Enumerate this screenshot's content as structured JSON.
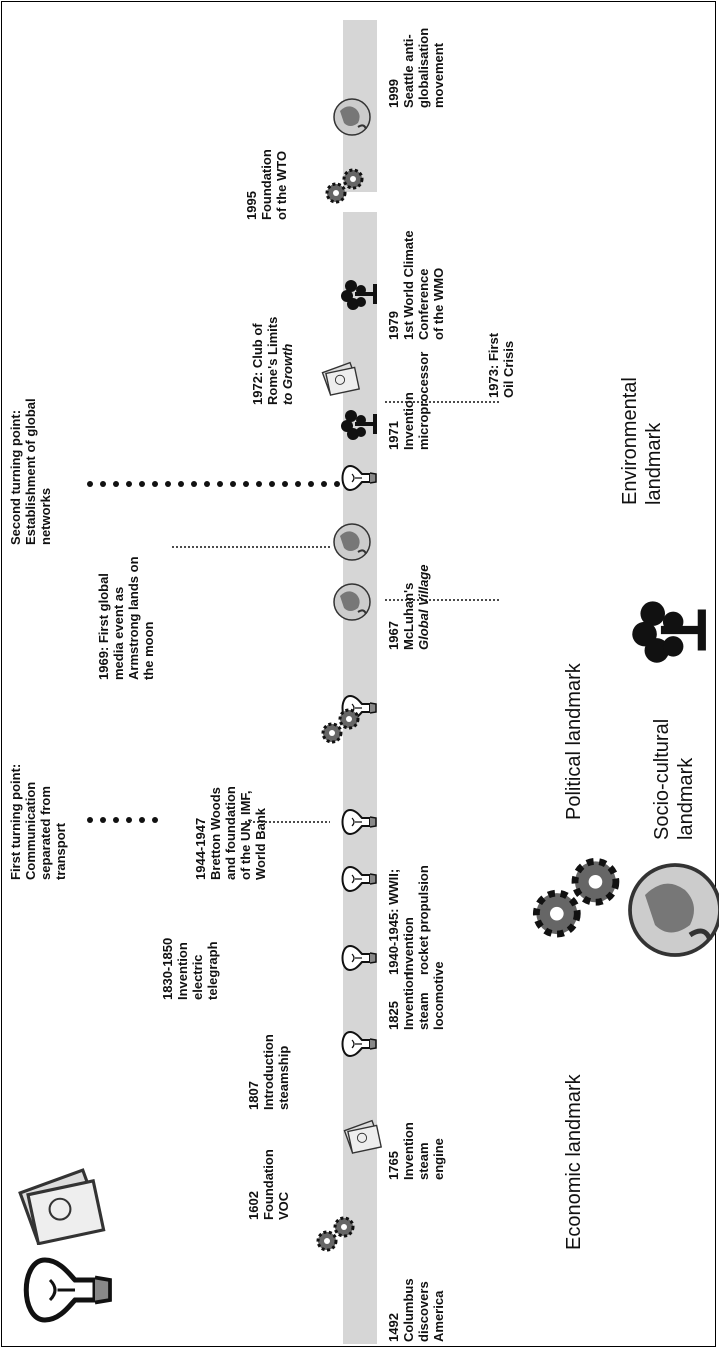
{
  "timeline": {
    "events": [
      {
        "id": "e1492",
        "lines": [
          "1492",
          "Columbus",
          "discovers",
          "America"
        ],
        "icon": "gears-icon",
        "side": "below"
      },
      {
        "id": "e1602",
        "lines": [
          "1602",
          "Foundation",
          "VOC"
        ],
        "icon": "money-icon",
        "side": "above"
      },
      {
        "id": "e1765",
        "lines": [
          "1765",
          "Invention",
          "steam",
          "engine"
        ],
        "icon": "lightbulb-icon",
        "side": "below"
      },
      {
        "id": "e1807",
        "lines": [
          "1807",
          "Introduction",
          "steamship"
        ],
        "icon": "lightbulb-icon",
        "side": "above"
      },
      {
        "id": "e1825",
        "lines": [
          "1825",
          "Invention",
          "steam",
          "locomotive"
        ],
        "icon": "lightbulb-icon",
        "side": "below"
      },
      {
        "id": "e1830",
        "lines": [
          "1830-1850",
          "Invention",
          "electric",
          "telegraph"
        ],
        "icon": "lightbulb-icon",
        "side": "above"
      },
      {
        "id": "e1940",
        "lines": [
          "1940-1945: WWII;",
          "Invention",
          "rocket propulsion"
        ],
        "icon": "lightbulb-icon",
        "side": "below"
      },
      {
        "id": "e1944",
        "lines": [
          "1944-1947",
          "Bretton Woods",
          "and foundation",
          "of the UN, IMF,",
          "World Bank"
        ],
        "icon": "gears-icon",
        "side": "above"
      },
      {
        "id": "e1967",
        "lines": [
          "1967",
          "McLuhan's",
          "Global Village"
        ],
        "icon": "globe-icon",
        "side": "below"
      },
      {
        "id": "e1969",
        "lines": [
          "1969: First global",
          "media event as",
          "Armstrong lands on",
          "the moon"
        ],
        "icon": "globe-icon",
        "side": "above"
      },
      {
        "id": "e1971",
        "lines": [
          "1971",
          "Invention",
          "microprocessor"
        ],
        "icon": "lightbulb-icon",
        "side": "below"
      },
      {
        "id": "e1972",
        "lines": [
          "1972: Club of",
          "Rome's Limits",
          "to Growth"
        ],
        "icon": "tree-icon",
        "side": "above"
      },
      {
        "id": "e1973",
        "lines": [
          "1973: First",
          "Oil Crisis"
        ],
        "icon": "money-icon",
        "side": "below"
      },
      {
        "id": "e1979",
        "lines": [
          "1979",
          "1st World Climate",
          "Conference",
          "of the WMO"
        ],
        "icon": "tree-icon",
        "side": "below"
      },
      {
        "id": "e1995",
        "lines": [
          "1995",
          "Foundation",
          "of the WTO"
        ],
        "icon": "gears-icon",
        "side": "above"
      },
      {
        "id": "e1999",
        "lines": [
          "1999",
          "Seattle anti-",
          "globalisation",
          "movement"
        ],
        "icon": "globe-icon",
        "side": "below"
      }
    ],
    "turning_points": [
      {
        "lines": [
          "First turning point:",
          "Communication",
          "separated from",
          "transport"
        ]
      },
      {
        "lines": [
          "Second turning point:",
          "Establishment of global",
          "networks"
        ]
      }
    ]
  },
  "legend": {
    "economic": "Economic landmark",
    "political": "Political landmark",
    "socio_cultural": [
      "Socio-cultural",
      "landmark"
    ],
    "environmental": [
      "Environmental",
      "landmark"
    ]
  },
  "colors": {
    "band": "#d6d6d6",
    "ink": "#111111",
    "icon_fill": "#bfbfbf"
  }
}
